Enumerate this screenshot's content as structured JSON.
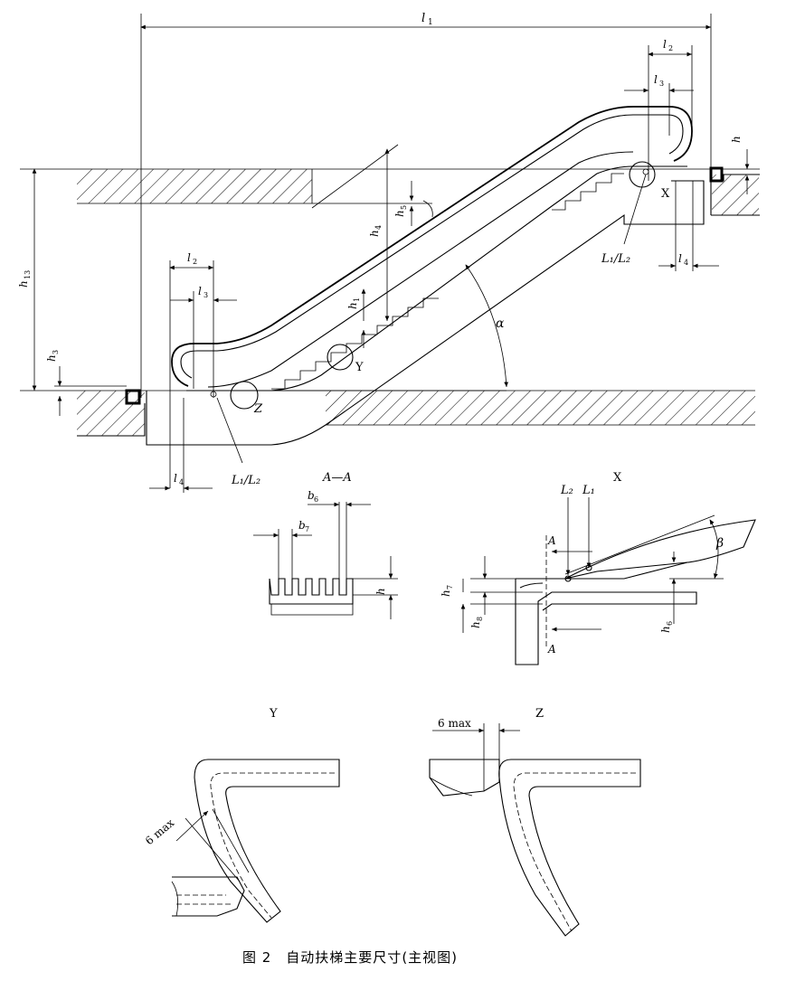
{
  "figure": {
    "caption": "图 2　自动扶梯主要尺寸(主视图)"
  },
  "labels": {
    "l1": "l",
    "l1_sub": "1",
    "l2": "l",
    "l2_sub": "2",
    "l3": "l",
    "l3_sub": "3",
    "l4": "l",
    "l4_sub": "4",
    "h1": "h",
    "h1_sub": "1",
    "h3": "h",
    "h3_sub": "3",
    "h4": "h",
    "h4_sub": "4",
    "h5": "h",
    "h5_sub": "5",
    "h6": "h",
    "h6_sub": "6",
    "h7": "h",
    "h7_sub": "7",
    "h8": "h",
    "h8_sub": "8",
    "h13": "h",
    "h13_sub": "13",
    "b6": "b",
    "b6_sub": "6",
    "b7": "b",
    "b7_sub": "7",
    "alpha": "α",
    "beta": "β",
    "L1L2": "L₁/L₂",
    "L1": "L₁",
    "L2": "L₂",
    "X": "X",
    "Y": "Y",
    "Z": "Z",
    "A": "A",
    "section_AA": "A—A",
    "six_max": "6 max"
  }
}
